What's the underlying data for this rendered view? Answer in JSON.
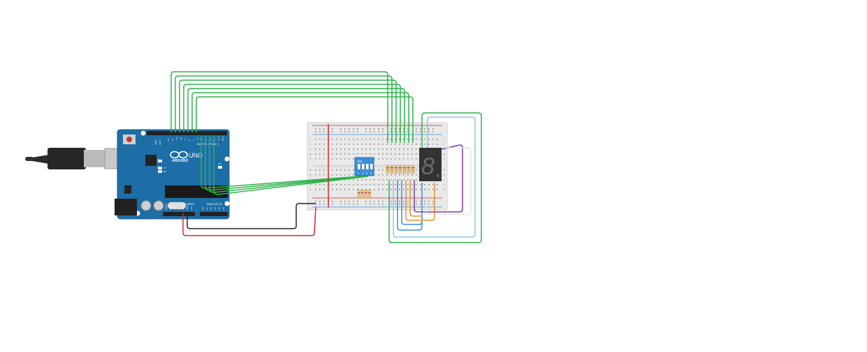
{
  "board": {
    "brand": "ARDUINO",
    "model": "UNO",
    "header_digital": "DIGITAL (PWM~)",
    "header_power": "POWER",
    "header_analog": "ANALOG IN",
    "aref": "AREF",
    "gnd": "GND",
    "led_tx": "TX",
    "led_rx": "RX",
    "led_l": "L",
    "led_on": "ON",
    "power_pins": [
      "IOREF",
      "RESET",
      "3.3V",
      "5V",
      "GND",
      "GND",
      "Vin"
    ],
    "analog_pins": [
      "A0",
      "A1",
      "A2",
      "A3",
      "A4",
      "A5"
    ],
    "digital_pins": [
      "13",
      "12",
      "~11",
      "~10",
      "~9",
      "8",
      "7",
      "~6",
      "~5",
      "4",
      "~3",
      "2",
      "TX 1",
      "RX 0"
    ]
  },
  "dip_switch": {
    "label": "ON",
    "numbers": [
      "1",
      "2",
      "3",
      "4"
    ]
  },
  "seven_segment": {
    "digit": "8"
  },
  "breadboard": {
    "row_letters_left": [
      "j",
      "i",
      "h",
      "g",
      "f",
      "e",
      "d",
      "c",
      "b",
      "a"
    ],
    "row_letters_right": [
      "j",
      "i",
      "h",
      "g",
      "f",
      "e",
      "d",
      "c",
      "b",
      "a"
    ]
  },
  "colors": {
    "board": "#1d6ea7",
    "wire_green": "#2db34a",
    "wire_red": "#d62828",
    "wire_black": "#222222",
    "wire_blue": "#3a8fd8",
    "wire_orange": "#e8902a",
    "wire_purple": "#7b3aa0",
    "wire_lightblue": "#8ec9e0",
    "wire_white": "#e0e0e0"
  }
}
